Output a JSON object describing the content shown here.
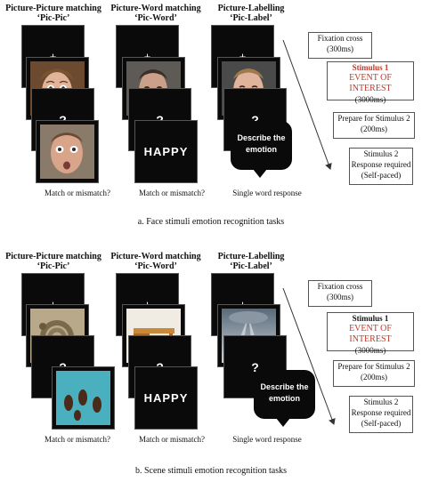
{
  "panels": [
    {
      "columns": [
        {
          "title_line1": "Picture-Picture matching",
          "title_line2": "‘Pic-Pic’",
          "screen1": "+",
          "screen3": "?",
          "screen4_word": "",
          "response": "Match or mismatch?"
        },
        {
          "title_line1": "Picture-Word matching",
          "title_line2": "‘Pic-Word’",
          "screen1": "+",
          "screen3": "?",
          "screen4_word": "HAPPY",
          "response": "Match or mismatch?"
        },
        {
          "title_line1": "Picture-Labelling",
          "title_line2": "‘Pic-Label’",
          "screen1": "+",
          "screen3": "?",
          "screen4_word": "",
          "bubble_line1": "Describe the",
          "bubble_line2": "emotion",
          "response": "Single word response"
        }
      ],
      "timeline": {
        "fixation": "Fixation cross",
        "fixation_time": "(300ms)",
        "stim1": "Stimulus 1",
        "stim1_event": "EVENT OF INTEREST",
        "stim1_time": "(3000ms)",
        "prepare": "Prepare for Stimulus 2",
        "prepare_time": "(200ms)",
        "stim2": "Stimulus 2",
        "stim2_resp": "Response required",
        "stim2_pace": "(Self-paced)"
      },
      "caption": "a. Face stimuli emotion recognition tasks"
    },
    {
      "columns": [
        {
          "title_line1": "Picture-Picture matching",
          "title_line2": "‘Pic-Pic’",
          "screen1": "+",
          "screen3": "?",
          "screen4_word": "",
          "response": "Match or mismatch?"
        },
        {
          "title_line1": "Picture-Word matching",
          "title_line2": "‘Pic-Word’",
          "screen1": "+",
          "screen3": "?",
          "screen4_word": "HAPPY",
          "response": "Match or mismatch?"
        },
        {
          "title_line1": "Picture-Labelling",
          "title_line2": "‘Pic-Label’",
          "screen1": "+",
          "screen3": "?",
          "screen4_word": "",
          "bubble_line1": "Describe the",
          "bubble_line2": "emotion",
          "response": "Single word response"
        }
      ],
      "timeline": {
        "fixation": "Fixation cross",
        "fixation_time": "(300ms)",
        "stim1": "Stimulus 1",
        "stim1_event": "EVENT OF INTEREST",
        "stim1_time": "(3000ms)",
        "prepare": "Prepare for Stimulus 2",
        "prepare_time": "(200ms)",
        "stim2": "Stimulus 2",
        "stim2_resp": "Response required",
        "stim2_pace": "(Self-paced)"
      },
      "caption": "b. Scene stimuli emotion recognition tasks"
    }
  ],
  "colors": {
    "event_red": "#c0392b",
    "screen_black": "#0a0a0a"
  }
}
